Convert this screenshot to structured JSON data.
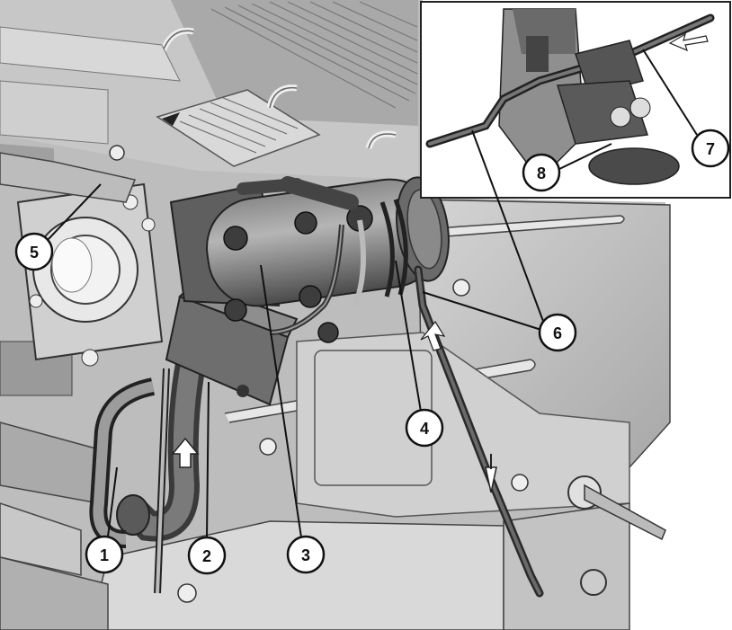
{
  "callouts": [
    {
      "id": "1",
      "label": "1"
    },
    {
      "id": "2",
      "label": "2"
    },
    {
      "id": "3",
      "label": "3"
    },
    {
      "id": "4",
      "label": "4"
    },
    {
      "id": "5",
      "label": "5"
    },
    {
      "id": "6",
      "label": "6"
    },
    {
      "id": "7",
      "label": "7"
    },
    {
      "id": "8",
      "label": "8"
    }
  ],
  "colors": {
    "background": "#ffffff",
    "engine_light": "#c9c9c9",
    "engine_mid": "#9f9f9f",
    "engine_dark": "#555555",
    "line": "#1a1a1a"
  }
}
